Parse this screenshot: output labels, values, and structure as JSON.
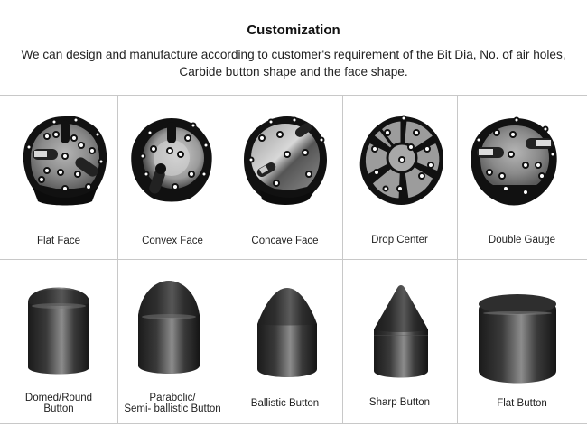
{
  "header": {
    "title": "Customization",
    "description_line1": "We can design and manufacture according to customer's requirement of the Bit Dia, No. of air holes,",
    "description_line2": "Carbide button shape and the face shape."
  },
  "face_shapes": [
    {
      "label": "Flat Face",
      "icon": "flat-face-bit-icon"
    },
    {
      "label": "Convex Face",
      "icon": "convex-face-bit-icon"
    },
    {
      "label": "Concave Face",
      "icon": "concave-face-bit-icon"
    },
    {
      "label": "Drop Center",
      "icon": "drop-center-bit-icon"
    },
    {
      "label": "Double Gauge",
      "icon": "double-gauge-bit-icon"
    }
  ],
  "button_shapes": [
    {
      "label_line1": "Domed/Round",
      "label_line2": "Button",
      "icon": "domed-button-icon"
    },
    {
      "label_line1": "Parabolic/",
      "label_line2": "Semi- ballistic Button",
      "icon": "parabolic-button-icon"
    },
    {
      "label_line1": "Ballistic Button",
      "label_line2": "",
      "icon": "ballistic-button-icon"
    },
    {
      "label_line1": "Sharp Button",
      "label_line2": "",
      "icon": "sharp-button-icon"
    },
    {
      "label_line1": "Flat Button",
      "label_line2": "",
      "icon": "flat-button-icon"
    }
  ],
  "colors": {
    "grid_line": "#c8c8c8",
    "bit_body": "#111111",
    "bit_face": "#8a8a8a",
    "carbide_dark": "#1e1e1e",
    "carbide_light": "#9a9a9a"
  }
}
